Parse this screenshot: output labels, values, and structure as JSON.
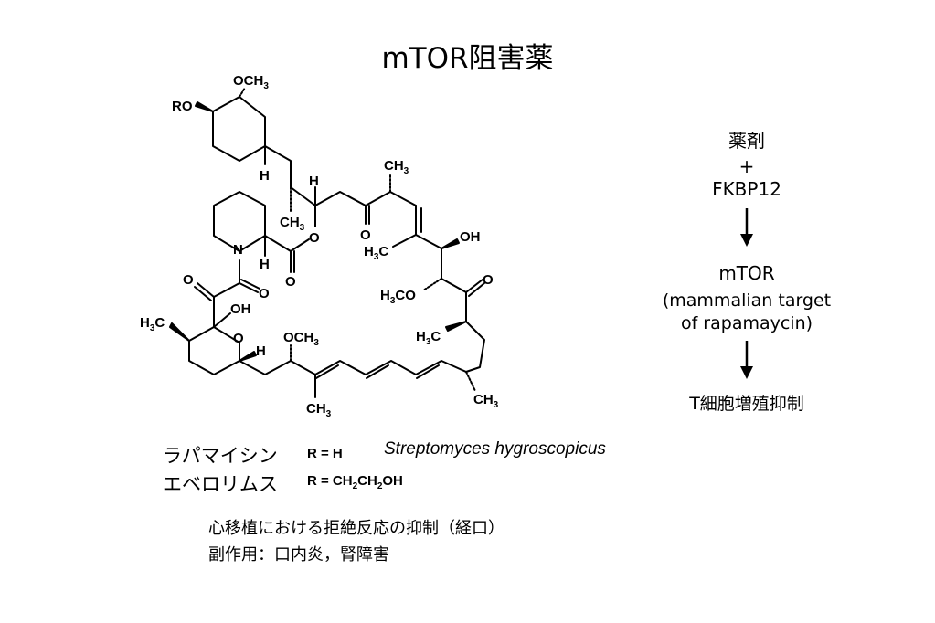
{
  "title": "mTOR阻害薬",
  "structure": {
    "labels": {
      "och3_top": "OCH",
      "ro": "RO",
      "h_cyc": "H",
      "h_c1": "H",
      "ch3_top": "CH",
      "ch3_mid": "CH",
      "o_ester": "O",
      "o_ketone1": "O",
      "h3c_1": "H",
      "oh_1": "OH",
      "n": "N",
      "h_pip": "H",
      "o_carb1": "O",
      "o_carb2": "O",
      "o_carb3": "O",
      "h3co": "H",
      "o_ketone2": "O",
      "oh_2": "OH",
      "h3c_2": "H",
      "o_ring": "O",
      "h_ring": "H",
      "och3_2": "OCH",
      "h3c_3": "H",
      "ch3_bot1": "CH",
      "ch3_bot2": "CH",
      "sub3": "3"
    }
  },
  "pathway": {
    "drug": "薬剤",
    "plus": "+",
    "fkbp": "FKBP12",
    "mtor": "mTOR",
    "mtor_full_1": "(mammalian target",
    "mtor_full_2": "of rapamaycin)",
    "effect": "T細胞増殖抑制"
  },
  "compounds": [
    {
      "name": "ラパマイシン",
      "r": "R = H"
    },
    {
      "name": "エベロリムス",
      "r_prefix": "R = CH",
      "r_mid": "CH",
      "r_suffix": "OH",
      "sub": "2"
    }
  ],
  "organism": "Streptomyces hygroscopicus",
  "notes": {
    "use": "心移植における拒絶反応の抑制（経口）",
    "side_effects": "副作用：口内炎，腎障害"
  }
}
